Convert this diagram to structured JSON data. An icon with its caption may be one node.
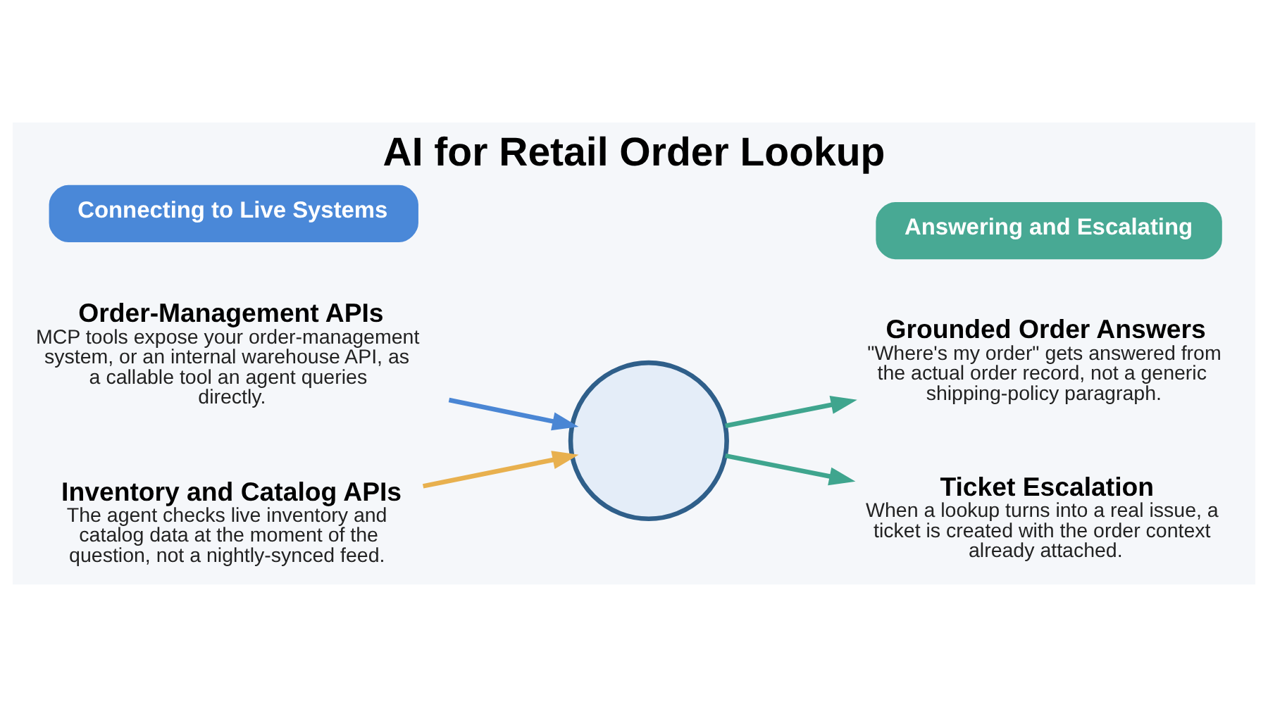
{
  "diagram": {
    "title": "AI for Retail Order Lookup",
    "nodes": [
      {
        "text": [
          "Connecting to Live Systems"
        ]
      },
      {
        "text": [
          "Answering and Escalating"
        ]
      },
      {
        "text": [
          "Order-Management APIs",
          "MCP tools expose your order-management system, or an internal warehouse API, as a callable tool an agent queries directly."
        ]
      },
      {
        "text": [],
        "shape": "circle"
      },
      {
        "text": [
          "Grounded Order Answers",
          "\"Where's my order\" gets answered from the actual order record, not a generic shipping-policy paragraph."
        ]
      },
      {
        "text": [
          "Inventory and Catalog APIs",
          "The agent checks live inventory and catalog data at the moment of the question, not a nightly-synced feed."
        ]
      },
      {
        "text": [
          "Ticket Escalation",
          "When a lookup turns into a real issue, a ticket is created with the order context already attached."
        ]
      }
    ],
    "edges": [
      {
        "from": 2,
        "to": 3,
        "arrow": "to",
        "color": "#4a86d4"
      },
      {
        "from": 5,
        "to": 3,
        "arrow": "to",
        "color": "#e8b04e"
      },
      {
        "from": 3,
        "to": 4,
        "arrow": "to",
        "color": "#3fa58e"
      },
      {
        "from": 3,
        "to": 6,
        "arrow": "to",
        "color": "#3fa58e"
      }
    ]
  }
}
